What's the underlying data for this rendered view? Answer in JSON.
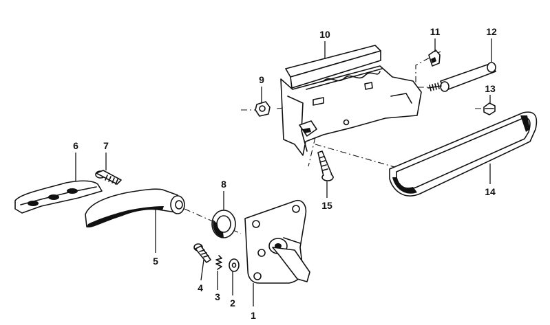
{
  "diagram": {
    "style": "exploded parts diagram",
    "callouts": [
      {
        "id": "c1",
        "label": "1"
      },
      {
        "id": "c2",
        "label": "2"
      },
      {
        "id": "c3",
        "label": "3"
      },
      {
        "id": "c4",
        "label": "4"
      },
      {
        "id": "c5",
        "label": "5"
      },
      {
        "id": "c6",
        "label": "6"
      },
      {
        "id": "c7",
        "label": "7"
      },
      {
        "id": "c8",
        "label": "8"
      },
      {
        "id": "c9",
        "label": "9"
      },
      {
        "id": "c10",
        "label": "10"
      },
      {
        "id": "c11",
        "label": "11"
      },
      {
        "id": "c12",
        "label": "12"
      },
      {
        "id": "c13",
        "label": "13"
      },
      {
        "id": "c14",
        "label": "14"
      },
      {
        "id": "c15",
        "label": "15"
      }
    ]
  }
}
